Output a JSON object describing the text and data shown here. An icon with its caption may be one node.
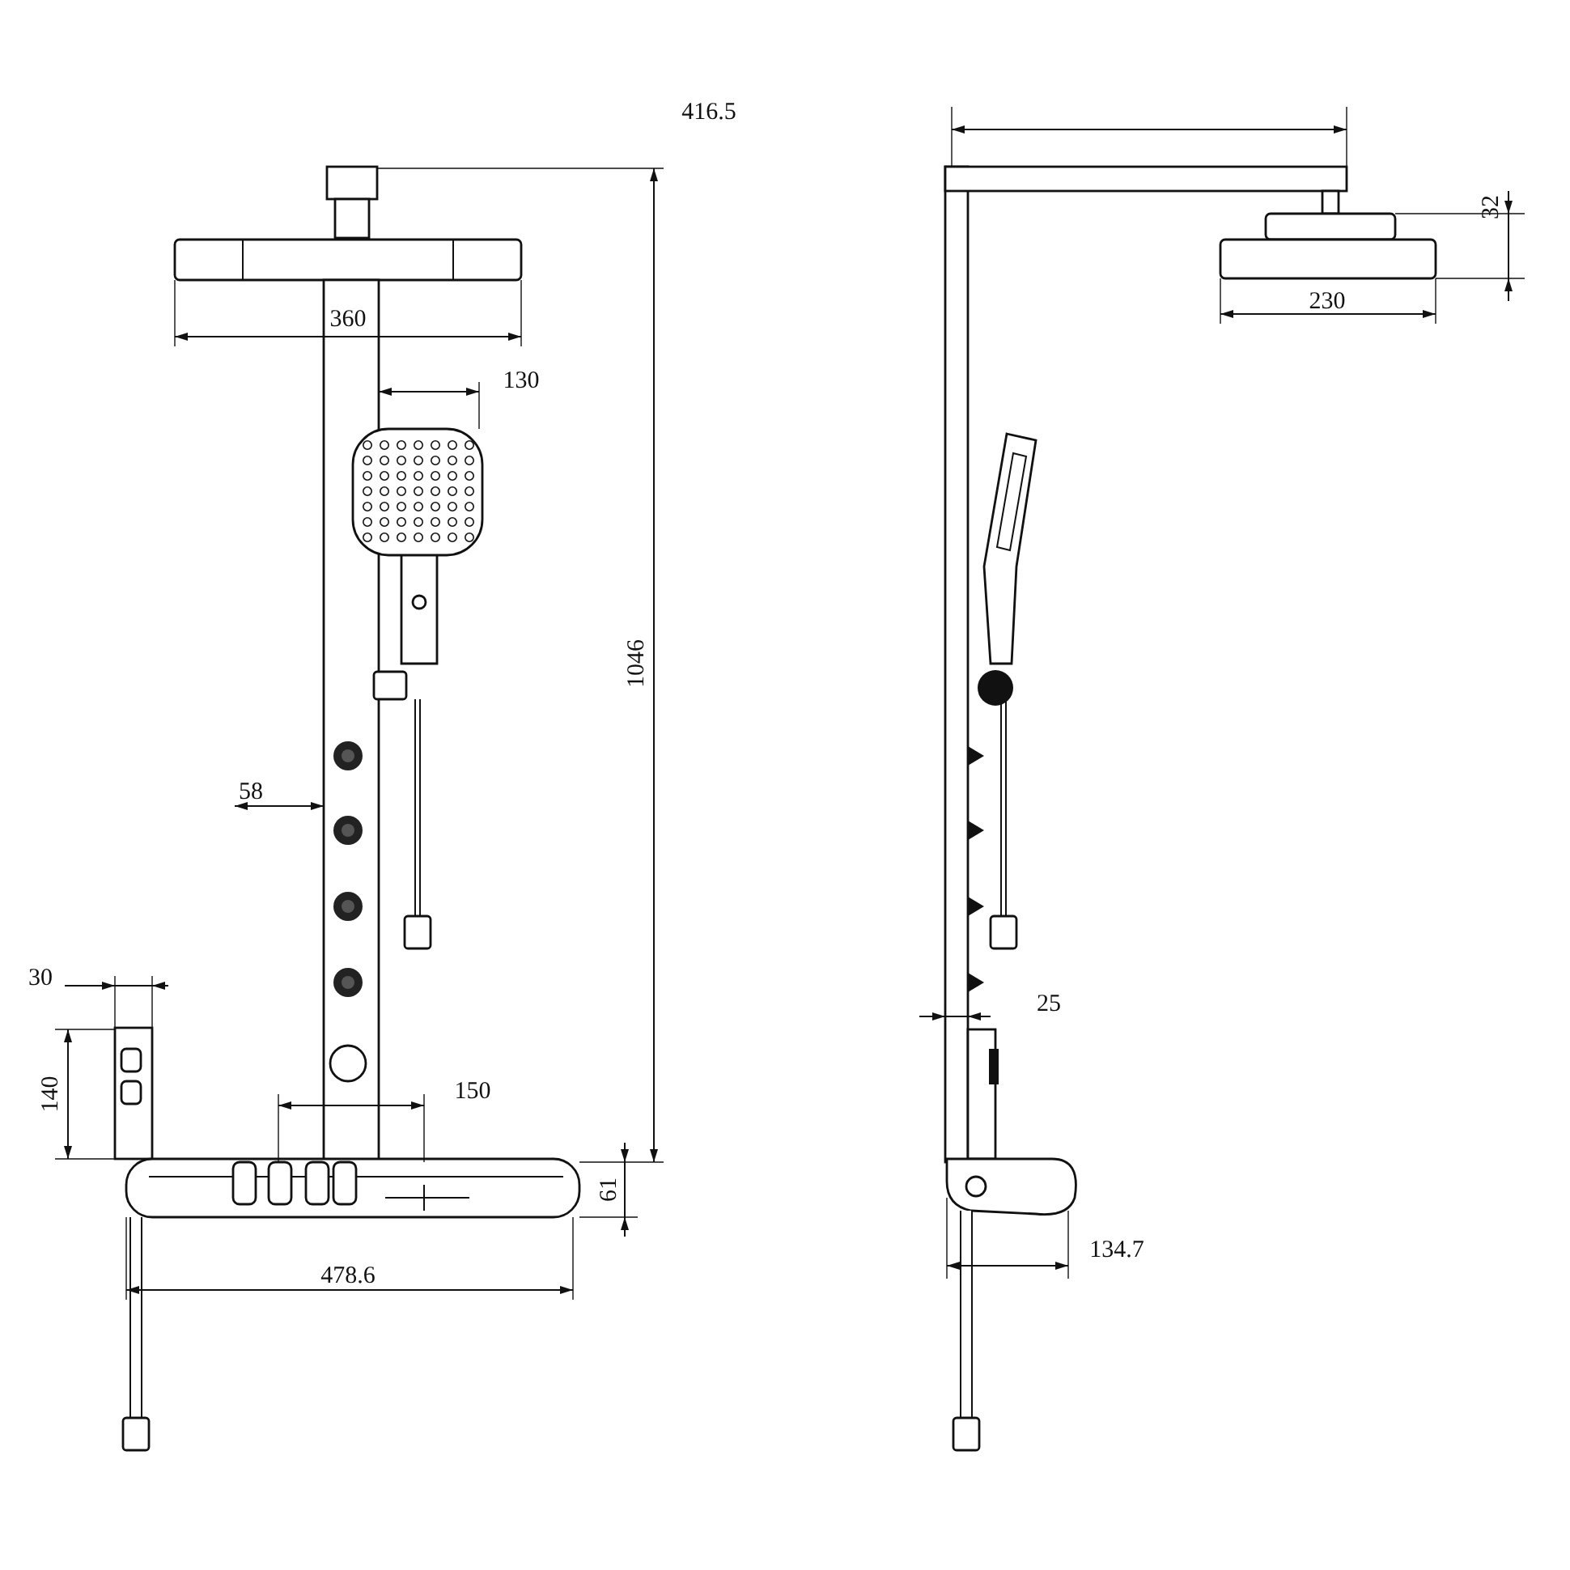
{
  "diagram": {
    "labels": [
      "416.5",
      "32",
      "230",
      "360",
      "130",
      "1046",
      "58",
      "30",
      "140",
      "150",
      "61",
      "478.6",
      "25",
      "134.7"
    ]
  }
}
